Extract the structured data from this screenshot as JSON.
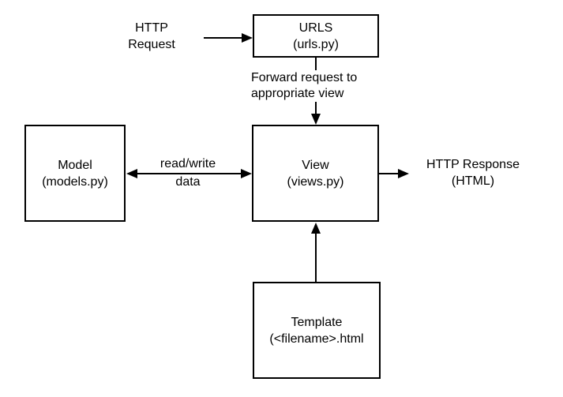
{
  "diagram": {
    "title_semantic": "Django MVT request/response flow",
    "background_color": "#ffffff",
    "stroke_color": "#000000",
    "nodes": {
      "urls": {
        "title": "URLS",
        "subtitle": "(urls.py)"
      },
      "model": {
        "title": "Model",
        "subtitle": "(models.py)"
      },
      "view": {
        "title": "View",
        "subtitle": "(views.py)"
      },
      "template": {
        "title": "Template",
        "subtitle": "(<filename>.html"
      }
    },
    "labels": {
      "http_request": {
        "line1": "HTTP",
        "line2": "Request"
      },
      "forward_request": {
        "line1": "Forward request to",
        "line2": "appropriate view"
      },
      "read_write": {
        "line1": "read/write",
        "line2": "data"
      },
      "http_response": {
        "line1": "HTTP Response",
        "line2": "(HTML)"
      }
    },
    "edges": [
      {
        "from": "http-request-label",
        "to": "urls",
        "direction": "right",
        "label": ""
      },
      {
        "from": "urls",
        "to": "view",
        "direction": "down",
        "label": "Forward request to appropriate view"
      },
      {
        "from": "view",
        "to": "model",
        "direction": "both",
        "label": "read/write data"
      },
      {
        "from": "view",
        "to": "http-response-label",
        "direction": "right",
        "label": ""
      },
      {
        "from": "template",
        "to": "view",
        "direction": "up",
        "label": ""
      }
    ]
  }
}
